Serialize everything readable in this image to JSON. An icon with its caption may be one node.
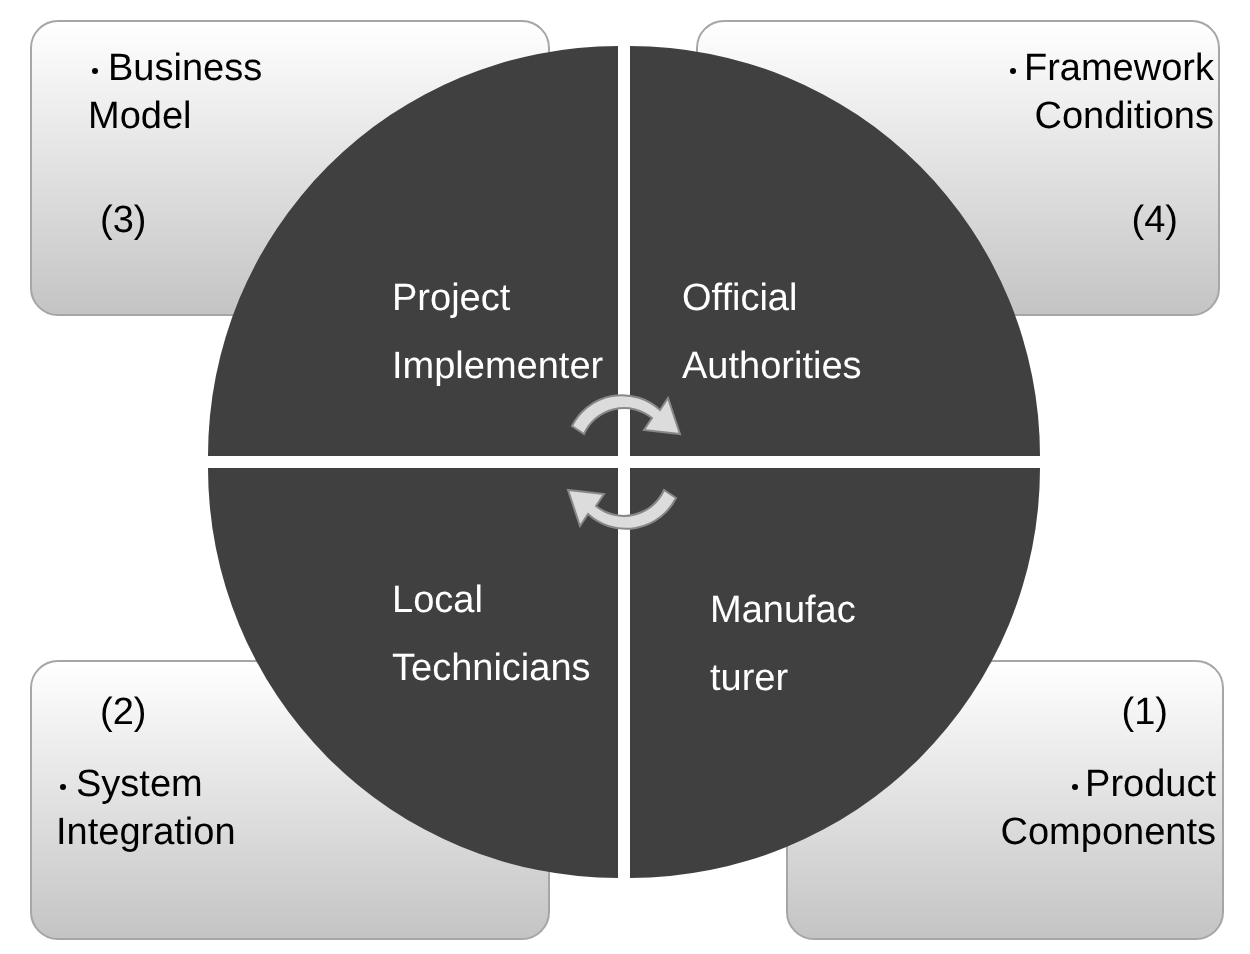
{
  "diagram": {
    "nodes": [
      {
        "text": [
          "Business Model",
          "(3)"
        ]
      },
      {
        "text": [
          "Framework Conditions",
          "(4)"
        ]
      },
      {
        "text": [
          "Project Implementer"
        ]
      },
      {
        "text": [
          "Official Authorities"
        ]
      },
      {
        "text": [
          "Local Technicians"
        ]
      },
      {
        "text": [
          "Manufac turer"
        ]
      },
      {
        "text": [
          "(2)",
          "System Integration"
        ]
      },
      {
        "text": [
          "(1)",
          "Product Components"
        ]
      }
    ]
  }
}
